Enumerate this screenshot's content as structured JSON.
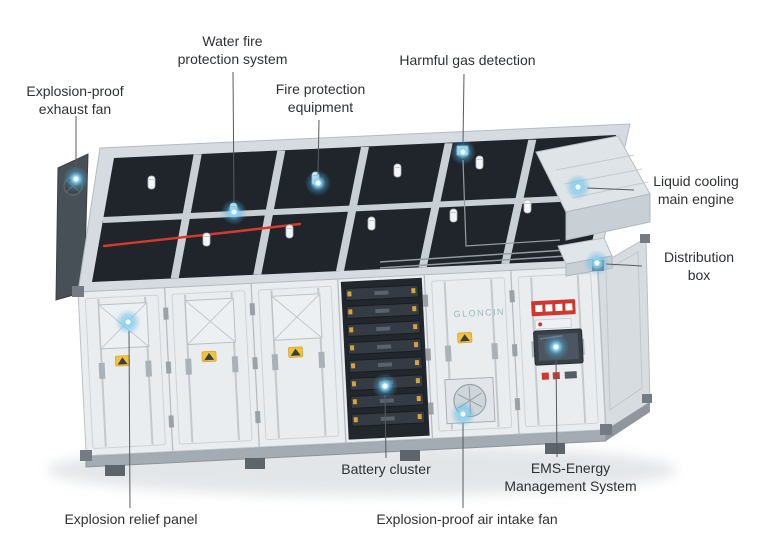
{
  "labels": {
    "exhaust_fan": "Explosion-proof\nexhaust fan",
    "water_fire": "Water fire\nprotection system",
    "fire_equipment": "Fire protection\nequipment",
    "harmful_gas": "Harmful gas detection",
    "liquid_cooling": "Liquid cooling\nmain engine",
    "distribution_box": "Distribution\nbox",
    "battery_cluster": "Battery cluster",
    "ems": "EMS-Energy\nManagement System",
    "explosion_relief": "Explosion relief panel",
    "air_intake": "Explosion-proof air intake fan"
  },
  "illustration": {
    "logo": "GLONCIN",
    "marker_color": "#4fb3e4",
    "pipe_red": "#d6392e",
    "sticker_red": "#cf382e",
    "warning_yellow": "#f1c23b",
    "container_body": "#e9edf0",
    "roof_interior": "#1f252b"
  }
}
